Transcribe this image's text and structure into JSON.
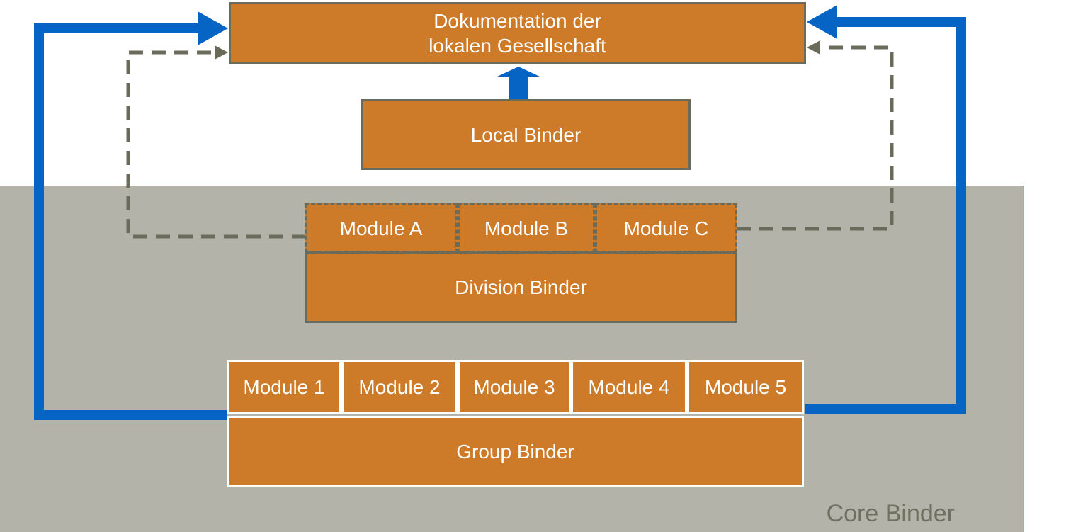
{
  "diagram": {
    "top_box": {
      "line1": "Dokumentation der",
      "line2": "lokalen Gesellschaft"
    },
    "local_binder": "Local Binder",
    "division_modules": [
      "Module A",
      "Module B",
      "Module C"
    ],
    "division_binder": "Division Binder",
    "group_modules": [
      "Module 1",
      "Module 2",
      "Module 3",
      "Module 4",
      "Module 5"
    ],
    "group_binder": "Group Binder",
    "core_binder": "Core Binder"
  },
  "colors": {
    "box_fill": "#cd7a29",
    "box_text": "#ffffff",
    "core_area": "#b3b3aa",
    "gray_line": "#6b6b5b",
    "blue_arrow": "#0564c4"
  }
}
